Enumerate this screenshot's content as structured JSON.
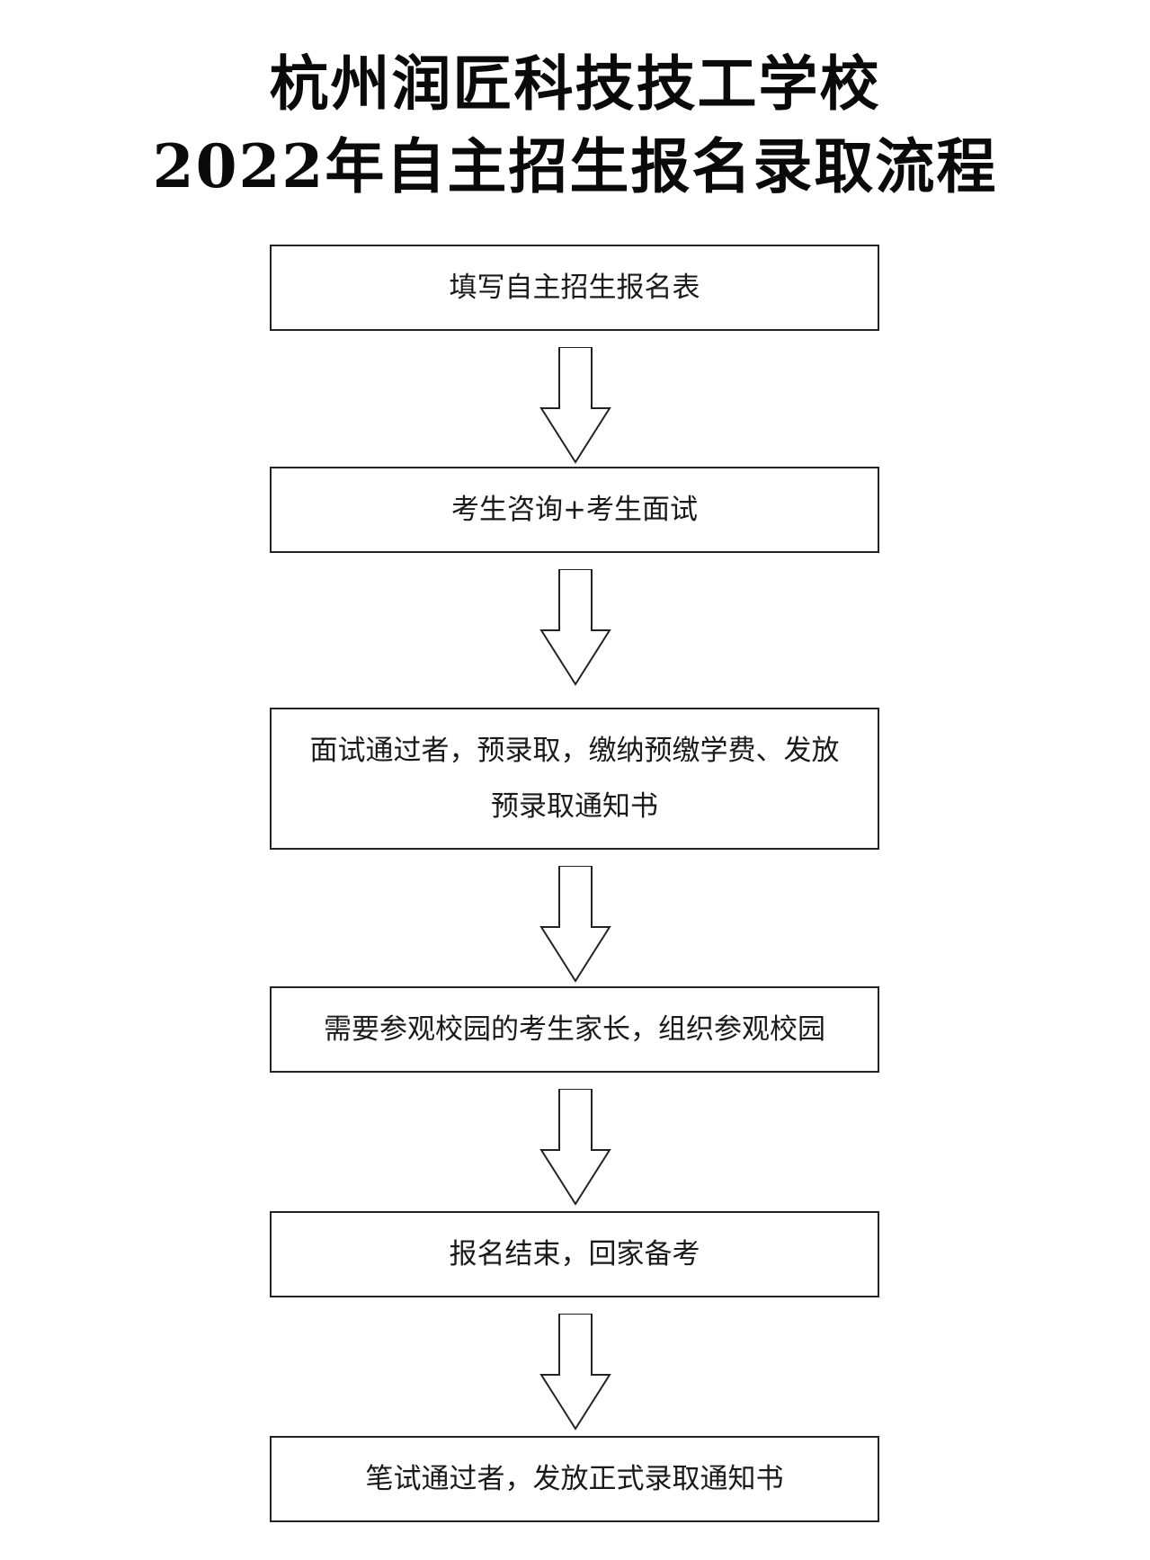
{
  "title": {
    "line1": "杭州润匠科技技工学校",
    "line2": "2022年自主招生报名录取流程"
  },
  "steps": [
    {
      "label": "填写自主招生报名表"
    },
    {
      "label": "考生咨询+考生面试"
    },
    {
      "label": "面试通过者，预录取，缴纳预缴学费、发放预录取通知书"
    },
    {
      "label": "需要参观校园的考生家长，组织参观校园"
    },
    {
      "label": "报名结束，回家备考"
    },
    {
      "label": "笔试通过者，发放正式录取通知书"
    }
  ],
  "colors": {
    "stroke": "#222222",
    "background": "#ffffff",
    "text": "#1a1a1a"
  }
}
